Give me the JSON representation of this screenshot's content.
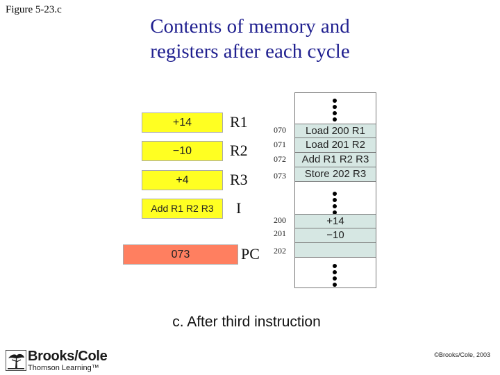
{
  "figure_label": "Figure 5-23.c",
  "title": [
    "Contents of memory and",
    "registers after each cycle"
  ],
  "registers": [
    {
      "name": "R1",
      "value": "+14"
    },
    {
      "name": "R2",
      "value": "−10"
    },
    {
      "name": "R3",
      "value": "+4"
    },
    {
      "name": "I",
      "value": "Add R1 R2 R3"
    },
    {
      "name": "PC",
      "value": "073"
    }
  ],
  "memory": {
    "program": [
      {
        "address": "070",
        "content": "Load 200 R1"
      },
      {
        "address": "071",
        "content": "Load 201 R2"
      },
      {
        "address": "072",
        "content": "Add R1 R2 R3"
      },
      {
        "address": "073",
        "content": "Store 202 R3"
      }
    ],
    "data": [
      {
        "address": "200",
        "content": "+14"
      },
      {
        "address": "201",
        "content": "−10"
      },
      {
        "address": "202",
        "content": ""
      }
    ]
  },
  "caption": "c. After third instruction",
  "logo": {
    "name": "Brooks/Cole",
    "sub": "Thomson Learning™",
    "icon": "tree-icon"
  },
  "copyright": "©Brooks/Cole, 2003",
  "colors": {
    "register": "#ffff22",
    "pc": "#ff7f60",
    "memory_cell": "#d6e7e3",
    "title": "#1f1f8f"
  }
}
